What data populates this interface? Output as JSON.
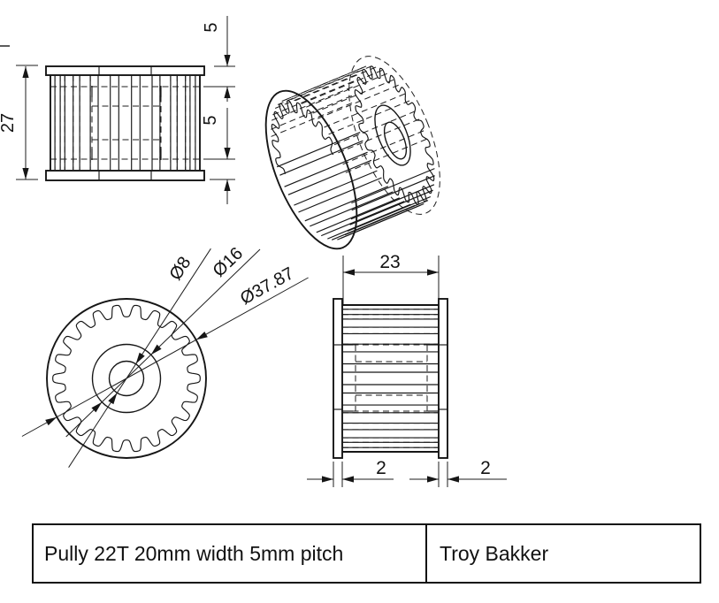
{
  "page": {
    "background": "#ffffff",
    "line_color": "#161616"
  },
  "views": {
    "front": {
      "dims": {
        "height": "27",
        "top_offset": "5",
        "bottom_offset": "5"
      }
    },
    "end": {
      "dims": {
        "bore": "Ø8",
        "hub": "Ø16",
        "outer": "Ø37.87"
      }
    },
    "side": {
      "dims": {
        "width": "23",
        "left_flange": "2",
        "right_flange": "2"
      }
    }
  },
  "title_block": {
    "part_name": "Pully 22T 20mm width 5mm pitch",
    "author": "Troy Bakker"
  }
}
